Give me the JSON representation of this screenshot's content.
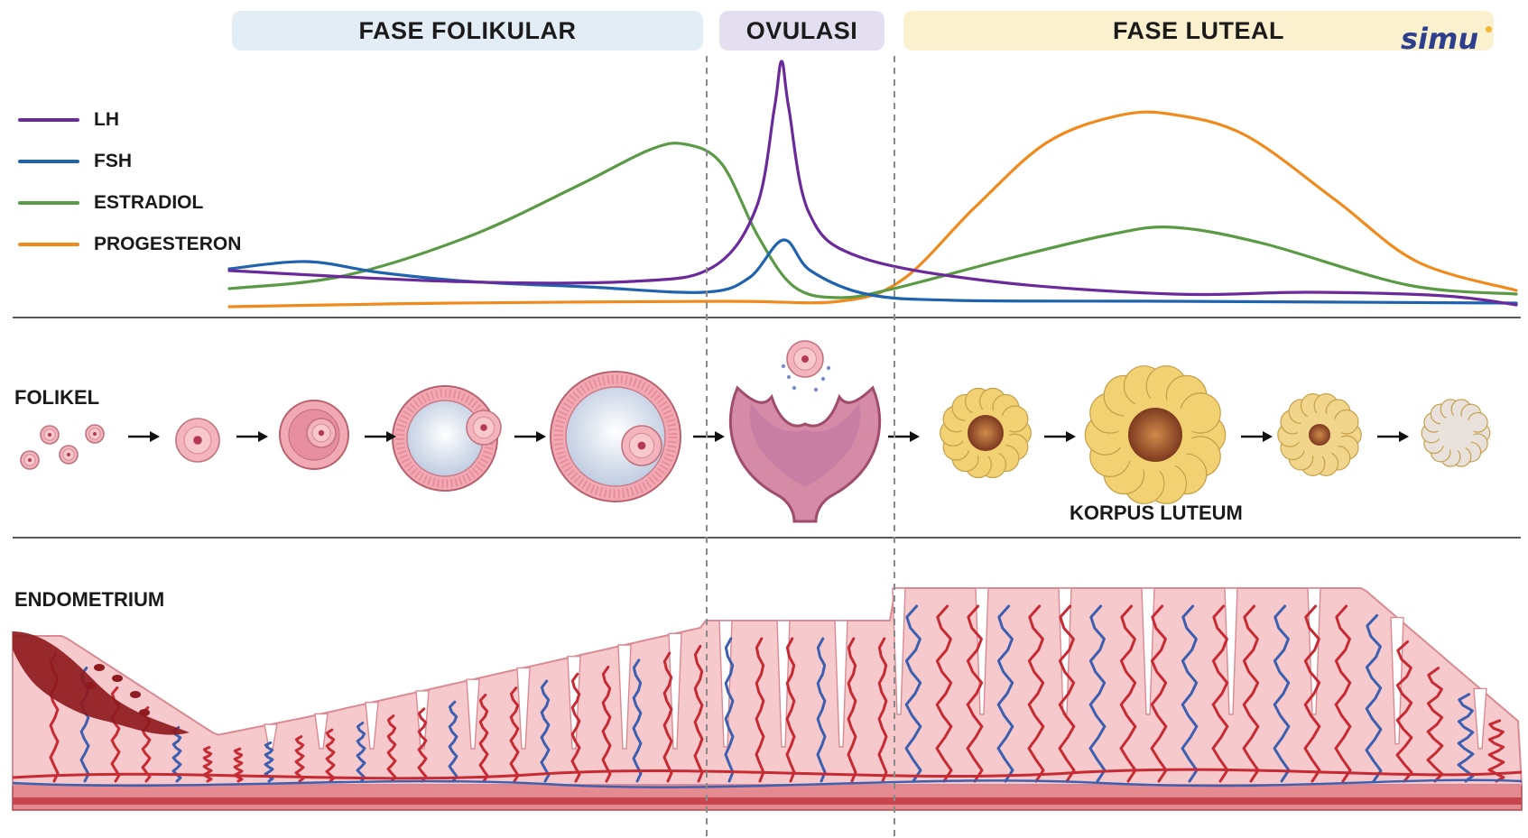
{
  "phases": [
    {
      "id": "folikular",
      "label": "FASE FOLIKULAR",
      "color": "#e3edf6"
    },
    {
      "id": "ovulasi",
      "label": "OVULASI",
      "color": "#e4dff0"
    },
    {
      "id": "luteal",
      "label": "FASE LUTEAL",
      "color": "#fbf1cf"
    }
  ],
  "logo": {
    "text": "simu"
  },
  "legend": [
    {
      "id": "lh",
      "label": "LH",
      "color": "#6b2a9b"
    },
    {
      "id": "fsh",
      "label": "FSH",
      "color": "#1f62ad"
    },
    {
      "id": "estradiol",
      "label": "ESTRADIOL",
      "color": "#5a9a45"
    },
    {
      "id": "progesteron",
      "label": "PROGESTERON",
      "color": "#f08a1c"
    }
  ],
  "rows": {
    "folikel": "FOLIKEL",
    "korpus_luteum": "KORPUS LUTEUM",
    "endometrium": "ENDOMETRIUM"
  },
  "colors": {
    "tissue": "#f6c9cc",
    "tissue_edge": "#d98a92",
    "artery": "#c62a33",
    "vein": "#3c5fb0",
    "blood": "#8e1b20",
    "luteum": "#f2d172",
    "luteum_core": "#a25a2d",
    "divider": "#8a8a8a"
  }
}
